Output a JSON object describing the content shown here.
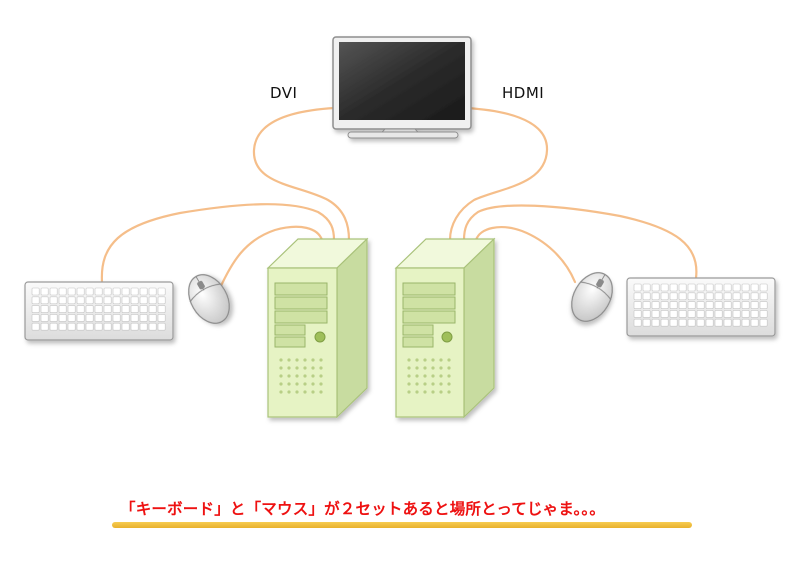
{
  "labels": {
    "dvi": "DVI",
    "hdmi": "HDMI"
  },
  "caption": "「キーボード」と「マウス」が２セットあると場所とってじゃま。。。",
  "colors": {
    "cable": "#f5be8a",
    "pc_body": "#e6f3c4",
    "pc_side": "#c8dca0",
    "pc_outline": "#a9c27a",
    "monitor": "#2a2a2a",
    "caption_text": "#ee1111",
    "underline": "#f2c54a"
  },
  "icons": [
    "monitor-icon",
    "pc-tower-icon",
    "keyboard-icon",
    "mouse-icon"
  ]
}
